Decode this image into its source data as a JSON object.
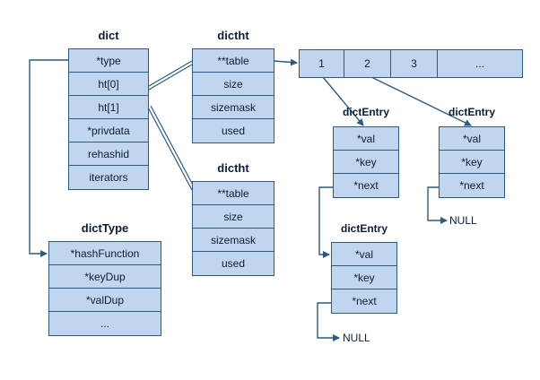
{
  "dict": {
    "title": "dict",
    "fields": [
      "*type",
      "ht[0]",
      "ht[1]",
      "*privdata",
      "rehashid",
      "iterators"
    ]
  },
  "dictht0": {
    "title": "dictht",
    "fields": [
      "**table",
      "size",
      "sizemask",
      "used"
    ]
  },
  "dictht1": {
    "title": "dictht",
    "fields": [
      "**table",
      "size",
      "sizemask",
      "used"
    ]
  },
  "table": {
    "buckets": [
      "1",
      "2",
      "3",
      "..."
    ]
  },
  "entry1": {
    "title": "dictEntry",
    "fields": [
      "*val",
      "*key",
      "*next"
    ]
  },
  "entry2": {
    "title": "dictEntry",
    "fields": [
      "*val",
      "*key",
      "*next"
    ]
  },
  "entry3": {
    "title": "dictEntry",
    "fields": [
      "*val",
      "*key",
      "*next"
    ]
  },
  "dictType": {
    "title": "dictType",
    "fields": [
      "*hashFunction",
      "*keyDup",
      "*valDup",
      "..."
    ]
  },
  "null_label": "NULL",
  "colors": {
    "box_fill": "#bfd6ee",
    "box_border": "#2c5a84",
    "line": "#2c5a84"
  }
}
